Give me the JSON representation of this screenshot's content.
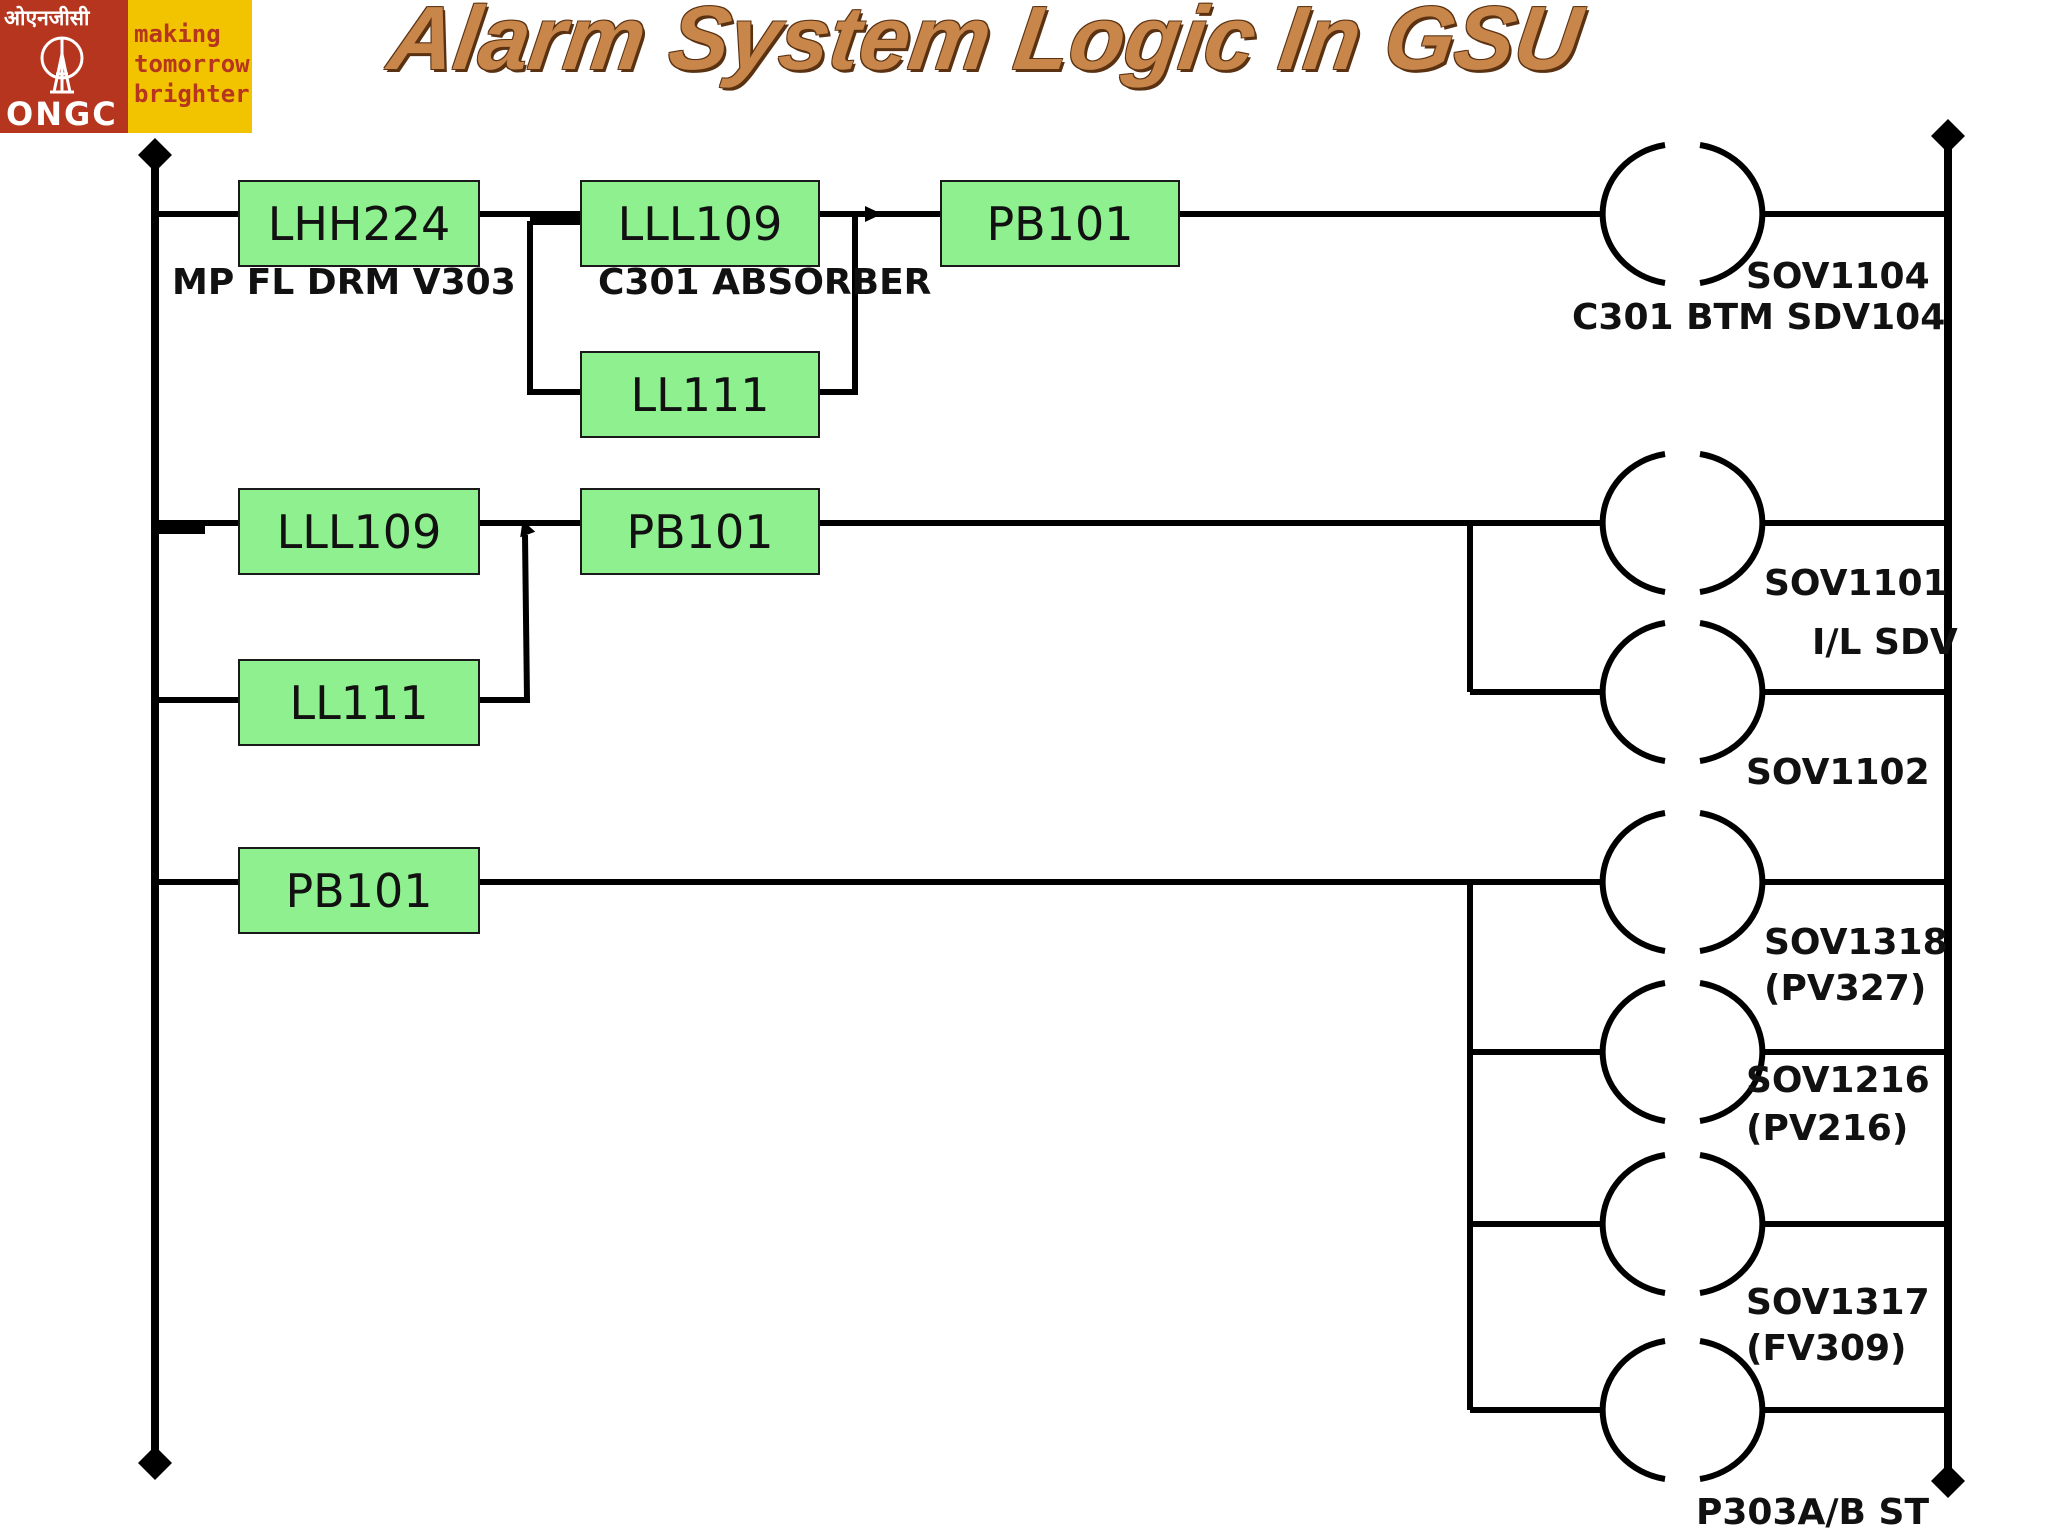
{
  "logo": {
    "hindi": "ओएनजीसी",
    "brand": "ONGC",
    "tag1": "making",
    "tag2": "tomorrow",
    "tag3": "brighter"
  },
  "title": "Alarm System Logic In GSU",
  "contacts": {
    "r1_lhh224": "LHH224",
    "r1_lll109": "LLL109",
    "r1_ll111": "LL111",
    "r1_pb101": "PB101",
    "r2_lll109": "LLL109",
    "r2_ll111": "LL111",
    "r2_pb101": "PB101",
    "r3_pb101": "PB101"
  },
  "labels": {
    "mp_fl_drm": "MP FL DRM V303",
    "c301_absorber": "C301 ABSORBER",
    "sov1104": "SOV1104",
    "c301_btm": "C301 BTM SDV104",
    "sov1101": "SOV1101",
    "il_sdv": "I/L SDV",
    "sov1102": "SOV1102",
    "sov1318": "SOV1318",
    "pv327": "(PV327)",
    "sov1216": "SOV1216",
    "pv216": "(PV216)",
    "sov1317": "SOV1317",
    "fv309": "(FV309)",
    "p303ab": "P303A/B ST"
  }
}
